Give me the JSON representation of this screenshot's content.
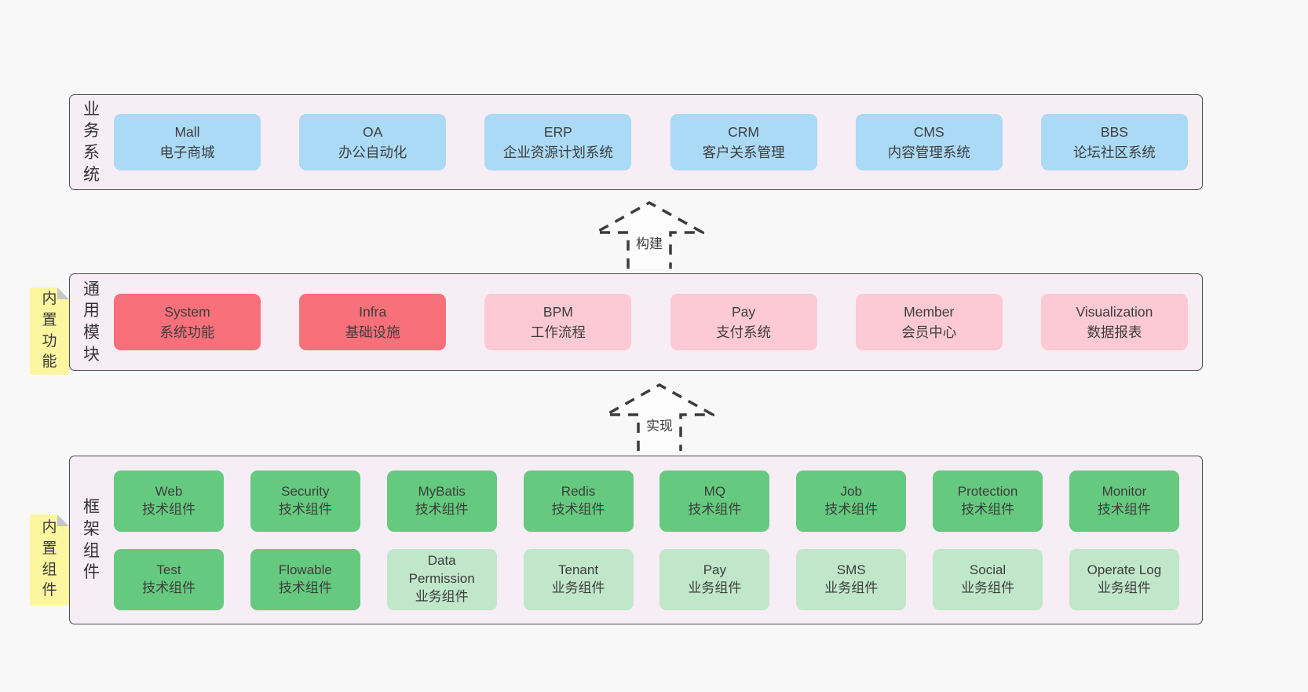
{
  "page": {
    "background": "#f8f8f8"
  },
  "colors": {
    "layer_background": "#f7edf5",
    "layer_border": "#4d4d4d",
    "business_box_blue": "#abdaf6",
    "module_done_red": "#f7707a",
    "module_plain_pink": "#fdc9d4",
    "component_tech_green": "#65ca7f",
    "component_biz_light_green": "#c0e7c9",
    "sticky_note_yellow": "#fcf6a0",
    "sticky_note_fold_gray": "#c6c6c6",
    "text": "#3d3d3d"
  },
  "arrows": [
    {
      "label": "构建"
    },
    {
      "label": "实现"
    }
  ],
  "layers": [
    {
      "title": "业务系统",
      "boxes": [
        {
          "en": "Mall",
          "zh": "电子商城",
          "variant": "blue"
        },
        {
          "en": "OA",
          "zh": "办公自动化",
          "variant": "blue"
        },
        {
          "en": "ERP",
          "zh": "企业资源计划系统",
          "variant": "blue"
        },
        {
          "en": "CRM",
          "zh": "客户关系管理",
          "variant": "blue"
        },
        {
          "en": "CMS",
          "zh": "内容管理系统",
          "variant": "blue"
        },
        {
          "en": "BBS",
          "zh": "论坛社区系统",
          "variant": "blue"
        }
      ]
    },
    {
      "title": "通用模块",
      "note": "内置功能",
      "boxes": [
        {
          "en": "System",
          "zh": "系统功能",
          "variant": "red"
        },
        {
          "en": "Infra",
          "zh": "基础设施",
          "variant": "red"
        },
        {
          "en": "BPM",
          "zh": "工作流程",
          "variant": "pink"
        },
        {
          "en": "Pay",
          "zh": "支付系统",
          "variant": "pink"
        },
        {
          "en": "Member",
          "zh": "会员中心",
          "variant": "pink"
        },
        {
          "en": "Visualization",
          "zh": "数据报表",
          "variant": "pink"
        }
      ]
    },
    {
      "title": "框架组件",
      "note": "内置组件",
      "rows": [
        [
          {
            "en": "Web",
            "zh": "技术组件",
            "variant": "green"
          },
          {
            "en": "Security",
            "zh": "技术组件",
            "variant": "green"
          },
          {
            "en": "MyBatis",
            "zh": "技术组件",
            "variant": "green"
          },
          {
            "en": "Redis",
            "zh": "技术组件",
            "variant": "green"
          },
          {
            "en": "MQ",
            "zh": "技术组件",
            "variant": "green"
          },
          {
            "en": "Job",
            "zh": "技术组件",
            "variant": "green"
          },
          {
            "en": "Protection",
            "zh": "技术组件",
            "variant": "green"
          },
          {
            "en": "Monitor",
            "zh": "技术组件",
            "variant": "green"
          }
        ],
        [
          {
            "en": "Test",
            "zh": "技术组件",
            "variant": "green"
          },
          {
            "en": "Flowable",
            "zh": "技术组件",
            "variant": "green"
          },
          {
            "en": "Data Permission",
            "zh": "业务组件",
            "variant": "green-light"
          },
          {
            "en": "Tenant",
            "zh": "业务组件",
            "variant": "green-light"
          },
          {
            "en": "Pay",
            "zh": "业务组件",
            "variant": "green-light"
          },
          {
            "en": "SMS",
            "zh": "业务组件",
            "variant": "green-light"
          },
          {
            "en": "Social",
            "zh": "业务组件",
            "variant": "green-light"
          },
          {
            "en": "Operate Log",
            "zh": "业务组件",
            "variant": "green-light"
          }
        ]
      ]
    }
  ]
}
